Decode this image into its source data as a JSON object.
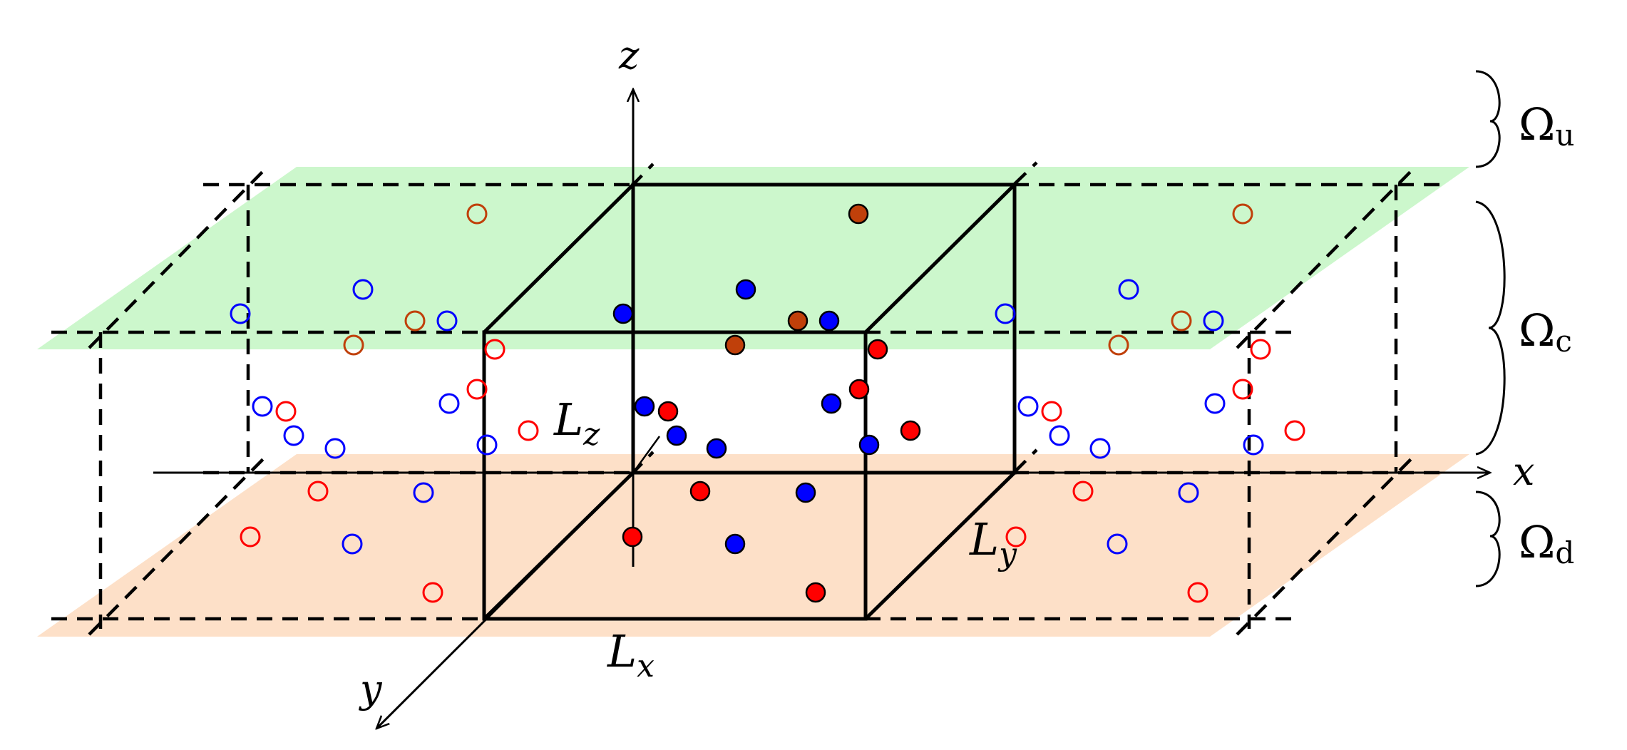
{
  "axes": {
    "x_label": "x",
    "y_label": "y",
    "z_label": "z"
  },
  "dimensions": {
    "lx_main": "L",
    "lx_sub": "x",
    "ly_main": "L",
    "ly_sub": "y",
    "lz_main": "L",
    "lz_sub": "z"
  },
  "regions": {
    "upper_main": "Ω",
    "upper_sub": "u",
    "center_main": "Ω",
    "center_sub": "c",
    "lower_main": "Ω",
    "lower_sub": "d"
  },
  "colors": {
    "upper_plane": "#ccf7cc",
    "lower_plane": "#fde0c8",
    "particle_red": "#ff0000",
    "particle_blue": "#0000ff",
    "particle_brown": "#c0400a",
    "box_edge": "#000000"
  }
}
